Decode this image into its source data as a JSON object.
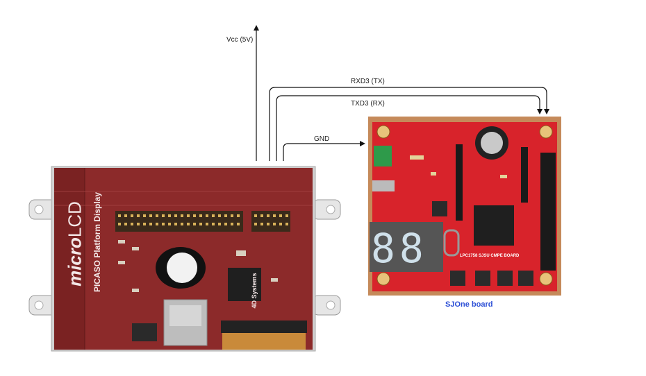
{
  "wires": {
    "vcc": "Vcc (5V)",
    "rxd3": "RXD3 (TX)",
    "txd3": "TXD3 (RX)",
    "gnd": "GND"
  },
  "lcd_board": {
    "brand_italic": "micro",
    "brand_bold": "LCD",
    "subtitle": "PICASO Platform Display",
    "maker": "4D Systems"
  },
  "sjone_board": {
    "caption": "SJOne board",
    "silk_label": "LPC1758 SJSU CMPE BOARD",
    "seven_seg": "88"
  },
  "colors": {
    "wire": "#111111",
    "lcd_pcb": "#8c2a2a",
    "sjone_pcb": "#d8232b",
    "caption": "#2c4fd6"
  }
}
